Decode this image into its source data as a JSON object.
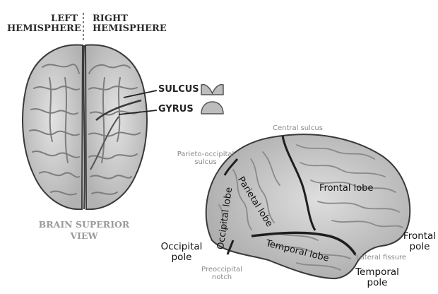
{
  "headers": {
    "left_hemisphere": "LEFT\nHEMISPHERE",
    "right_hemisphere": "RIGHT\nHEMISPHERE"
  },
  "legend": {
    "sulcus": "SULCUS",
    "gyrus": "GYRUS"
  },
  "superior_view_caption": "BRAIN SUPERIOR\nVIEW",
  "lateral_labels": {
    "central_sulcus": "Central sulcus",
    "parieto_occipital_sulcus": "Parieto-occipital\nsulcus",
    "parietal_lobe": "Parietal lobe",
    "frontal_lobe": "Frontal lobe",
    "occipital_lobe": "Occipital lobe",
    "temporal_lobe": "Temporal lobe",
    "occipital_pole": "Occipital\npole",
    "frontal_pole": "Frontal\npole",
    "lateral_fissure": "Lateral fissure",
    "preoccipital_notch": "Preoccipital\nnotch",
    "temporal_pole": "Temporal\npole"
  },
  "colors": {
    "brain_fill": "#c9c9c9",
    "brain_outline": "#3a3a3a",
    "sulcus_line": "#7d7d7d",
    "dark_fissure": "#1e1e1e",
    "caption_grey": "#9a9a9a"
  }
}
